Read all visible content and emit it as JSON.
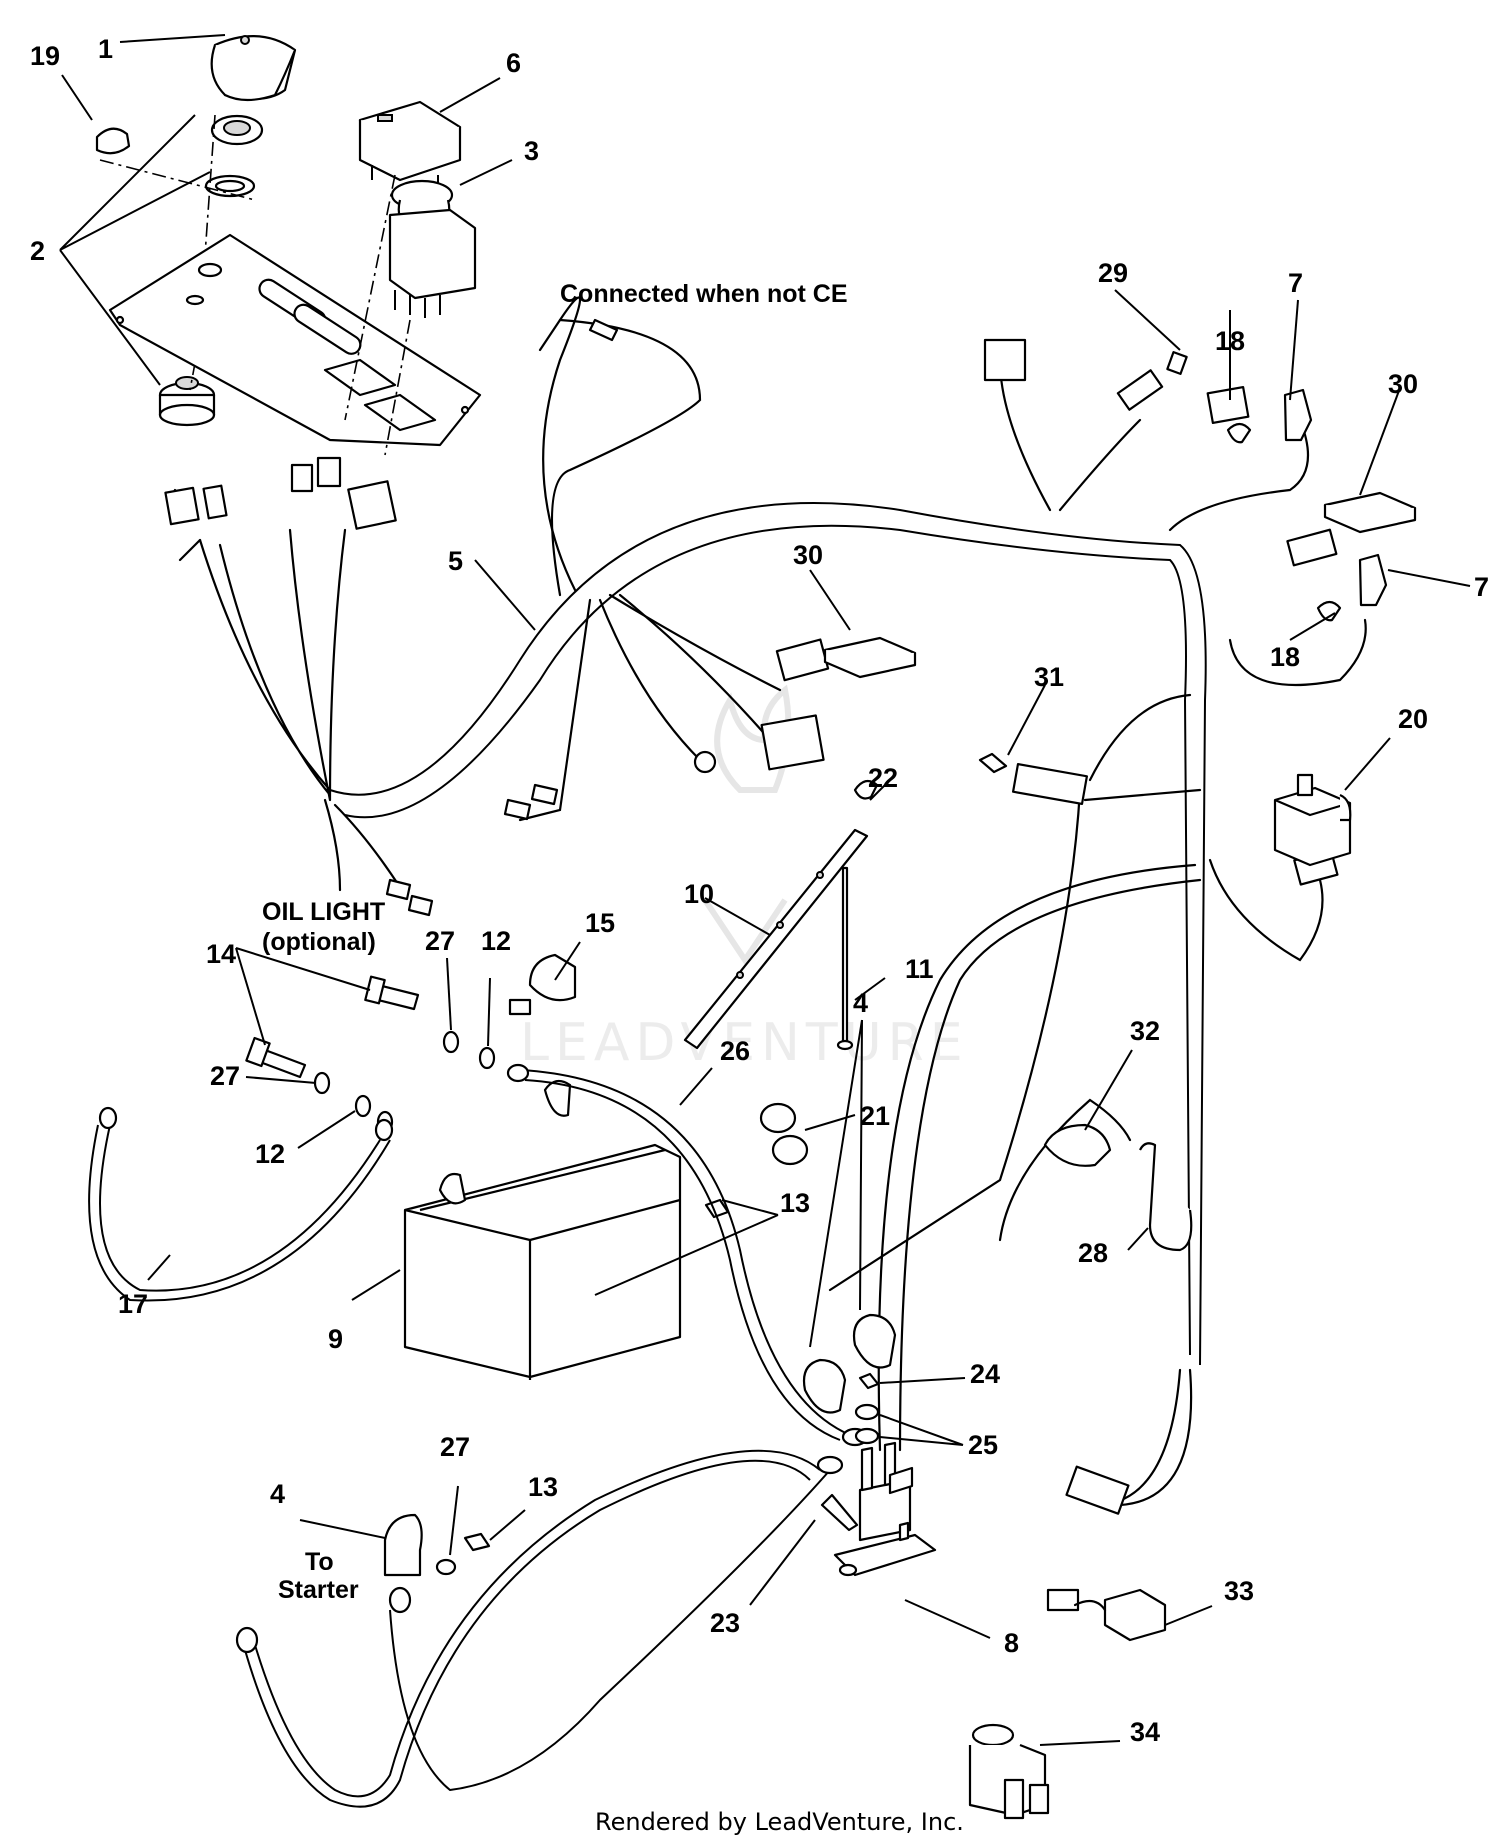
{
  "notes": {
    "connected_when_not_ce": "Connected when not CE",
    "oil_light_line1": "OIL LIGHT",
    "oil_light_line2": "(optional)",
    "to_starter_line1": "To",
    "to_starter_line2": "Starter"
  },
  "watermark": "LEADVENTURE",
  "footer": "Rendered by LeadVenture, Inc.",
  "callouts": [
    {
      "id": "c1",
      "label": "1"
    },
    {
      "id": "c2",
      "label": "2"
    },
    {
      "id": "c3",
      "label": "3"
    },
    {
      "id": "c4a",
      "label": "4"
    },
    {
      "id": "c4b",
      "label": "4"
    },
    {
      "id": "c5",
      "label": "5"
    },
    {
      "id": "c6",
      "label": "6"
    },
    {
      "id": "c7a",
      "label": "7"
    },
    {
      "id": "c7b",
      "label": "7"
    },
    {
      "id": "c8",
      "label": "8"
    },
    {
      "id": "c9",
      "label": "9"
    },
    {
      "id": "c10",
      "label": "10"
    },
    {
      "id": "c11",
      "label": "11"
    },
    {
      "id": "c12a",
      "label": "12"
    },
    {
      "id": "c12b",
      "label": "12"
    },
    {
      "id": "c13a",
      "label": "13"
    },
    {
      "id": "c13b",
      "label": "13"
    },
    {
      "id": "c14",
      "label": "14"
    },
    {
      "id": "c15",
      "label": "15"
    },
    {
      "id": "c17",
      "label": "17"
    },
    {
      "id": "c18a",
      "label": "18"
    },
    {
      "id": "c18b",
      "label": "18"
    },
    {
      "id": "c19",
      "label": "19"
    },
    {
      "id": "c20",
      "label": "20"
    },
    {
      "id": "c21",
      "label": "21"
    },
    {
      "id": "c22",
      "label": "22"
    },
    {
      "id": "c23",
      "label": "23"
    },
    {
      "id": "c24",
      "label": "24"
    },
    {
      "id": "c25",
      "label": "25"
    },
    {
      "id": "c26",
      "label": "26"
    },
    {
      "id": "c27a",
      "label": "27"
    },
    {
      "id": "c27b",
      "label": "27"
    },
    {
      "id": "c27c",
      "label": "27"
    },
    {
      "id": "c28",
      "label": "28"
    },
    {
      "id": "c29",
      "label": "29"
    },
    {
      "id": "c30a",
      "label": "30"
    },
    {
      "id": "c30b",
      "label": "30"
    },
    {
      "id": "c31",
      "label": "31"
    },
    {
      "id": "c32",
      "label": "32"
    },
    {
      "id": "c33",
      "label": "33"
    },
    {
      "id": "c34",
      "label": "34"
    }
  ]
}
